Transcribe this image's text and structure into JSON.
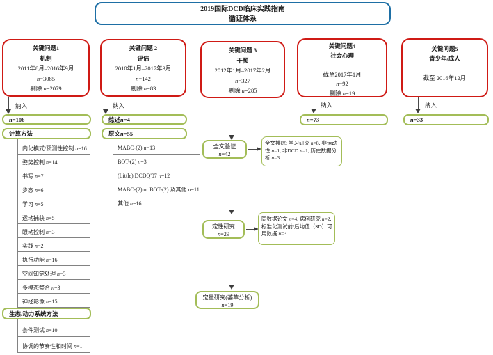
{
  "title_box": {
    "line1": "2019国际DCD临床实践指南",
    "line2": "循证体系"
  },
  "labels": {
    "include": "纳入"
  },
  "key_questions": [
    {
      "id": 1,
      "lines": [
        "关键问题1",
        "机制",
        "2011年8月–2016年9月",
        "n=3085",
        "剔除 n=2079"
      ]
    },
    {
      "id": 2,
      "lines": [
        "关键问题 2",
        "评估",
        "2010年1月–2017年3月",
        "n=142",
        "剔除 n=83"
      ]
    },
    {
      "id": 3,
      "lines": [
        "关键问题 3",
        "干预",
        "2012年1月–2017年2月",
        "n=327",
        "剔除 n=285"
      ]
    },
    {
      "id": 4,
      "lines": [
        "关键问题4",
        "社会心理",
        "",
        "截至2017年1月",
        "n=92",
        "剔除 n=19"
      ]
    },
    {
      "id": 5,
      "lines": [
        "关键问题5",
        "青少年/成人",
        "",
        "截至 2016年12月"
      ]
    }
  ],
  "col1": {
    "included_box": "n=106",
    "method_box": "计算方法",
    "items": [
      "内化模式/预测性控制 n=16",
      "姿势控制 n=14",
      "书写 n=7",
      "步态 n=6",
      "学习 n=5",
      "运动捕获 n=5",
      "眼动控制 n=3",
      "实践 n=2",
      "执行功能 n=16",
      "空间知觉处理 n=3",
      "多模态整合 n=3",
      "神经影像 n=15"
    ],
    "eco_box": "生态/动力系统方法",
    "items2": [
      "条件测试 n=10",
      "协调的节奏性和时间 n=1"
    ]
  },
  "col2": {
    "review_box": "综述 n=4",
    "original_box": "原文 n=55",
    "items": [
      "MABC-(2) n=13",
      "BOT-(2) n=3",
      "(Little) DCDQ'07 n=12",
      "MABC-(2) or BOT-(2) 及其他 n=11",
      "其他 n=16"
    ]
  },
  "col3": {
    "fulltext_line1": "全文验证",
    "fulltext_line2": "n=42",
    "exclusion_note": "全文排除: 学习研究 n=8, 非运动性 n=1, 非DCD n=1, 历史数据分析 n=3",
    "qualitative_line1": "定性研究",
    "qualitative_line2": "n=29",
    "qualitative_note": "同数据论文 n=4, 病例研究 n=2, 标准化测试前/后均值（SD）可用数据 n=3",
    "quantitative_line1": "定量研究(荟萃分析)",
    "quantitative_line2": "n=19"
  },
  "col4": {
    "included_box": "n=73"
  },
  "col5": {
    "included_box": "n=33"
  },
  "colors": {
    "accent_blue": "#1e6fa5",
    "accent_red": "#cf1a15",
    "accent_green": "#a3bd58"
  }
}
